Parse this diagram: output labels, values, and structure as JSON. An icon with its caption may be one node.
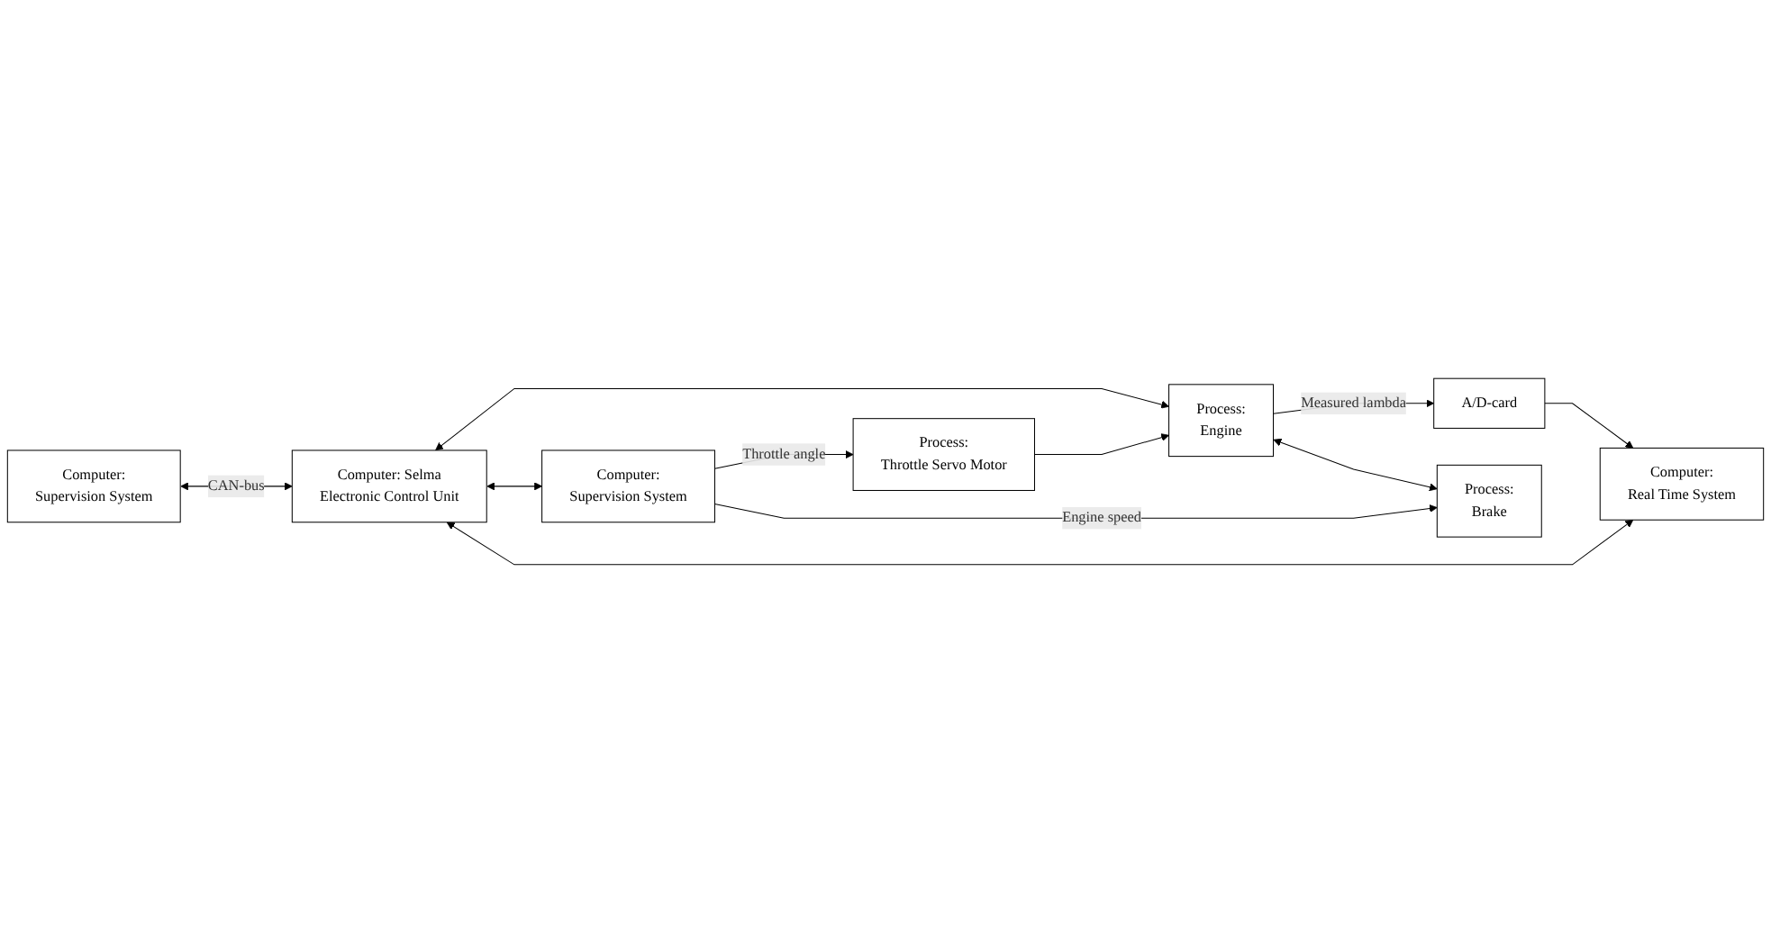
{
  "diagram": {
    "nodes": [
      {
        "text": [
          "Computer:",
          "Real Time System"
        ]
      },
      {
        "text": [
          "A/D-card"
        ]
      },
      {
        "text": [
          "Computer:",
          "Supervision System"
        ]
      },
      {
        "text": [
          "Computer: Selma",
          "Electronic Control Unit"
        ]
      },
      {
        "text": [
          "Process:",
          "Engine"
        ]
      },
      {
        "text": [
          "Process:",
          "Brake"
        ]
      },
      {
        "text": [
          "Computer:",
          "Supervision System"
        ]
      },
      {
        "text": [
          "Process:",
          "Throttle Servo Motor"
        ]
      }
    ],
    "edges": [
      {
        "from": 1,
        "to": 0,
        "arrow": "to"
      },
      {
        "from": 4,
        "to": 1,
        "arrow": "to",
        "label": "Measured lambda"
      },
      {
        "from": 2,
        "to": 3,
        "arrow": "both",
        "label": "CAN-bus"
      },
      {
        "from": 3,
        "to": 0,
        "arrow": "both"
      },
      {
        "from": 3,
        "to": 6,
        "arrow": "both"
      },
      {
        "from": 3,
        "to": 4,
        "arrow": "both"
      },
      {
        "from": 4,
        "to": 5,
        "arrow": "both"
      },
      {
        "from": 7,
        "to": 4,
        "arrow": "to"
      },
      {
        "from": 6,
        "to": 7,
        "arrow": "to",
        "label": "Throttle angle"
      },
      {
        "from": 6,
        "to": 5,
        "arrow": "to",
        "label": "Engine speed"
      }
    ]
  }
}
